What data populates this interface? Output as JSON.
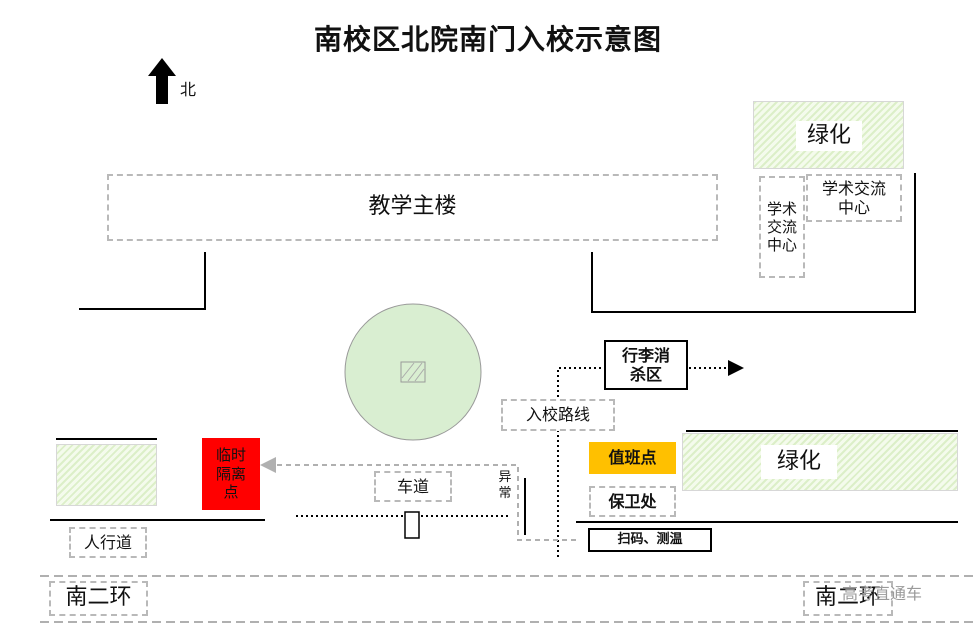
{
  "title": "南校区北院南门入校示意图",
  "compass": {
    "label": "北",
    "icon": "north-arrow-icon"
  },
  "buildings": {
    "main_teaching": "教学主楼",
    "academic_center_wide": "学术交流\n中心",
    "academic_center_narrow": "学术\n交流\n中心"
  },
  "green": {
    "top_right": "绿化",
    "right": "绿化"
  },
  "isolation_point": "临时\n隔离\n点",
  "luggage_disinfection": "行李消\n杀区",
  "entry_route": "入校路线",
  "roadway": "车道",
  "abnormal": "异\n常",
  "duty_point": "值班点",
  "security_office": "保卫处",
  "scan_temp": "扫码、测温",
  "sidewalk": "人行道",
  "ring_road_left": "南二环",
  "ring_road_right": "南二环",
  "watermark": "高考直通车",
  "colors": {
    "isolation": "#ff0000",
    "duty": "#ffc000",
    "lawn": "#d9eed1",
    "hatch": "#dcefc8",
    "dashed": "#b9b9b9"
  }
}
